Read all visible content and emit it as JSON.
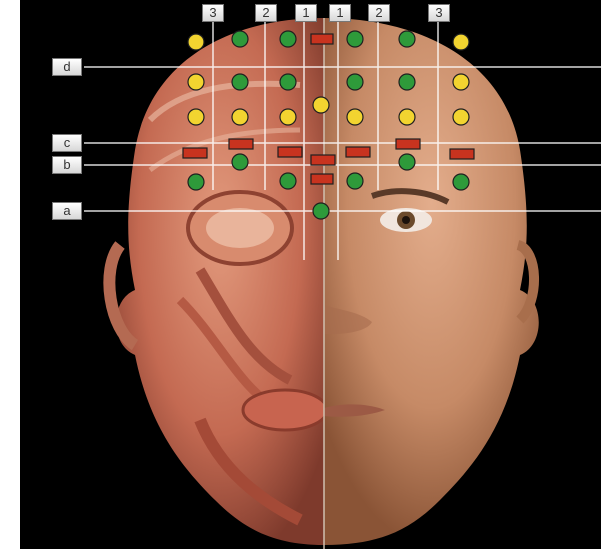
{
  "image": {
    "subject": "Facial injection point map over half-muscle anatomy / half-skin portrait",
    "background": "#000000",
    "colors": {
      "green_point": "#2e9a3a",
      "yellow_point": "#f2d430",
      "red_marker": "#c8331f",
      "grid_line": "#ffffff"
    }
  },
  "column_labels": [
    "3",
    "2",
    "1",
    "1",
    "2",
    "3"
  ],
  "row_labels": [
    "d",
    "c",
    "b",
    "a"
  ],
  "legend_icons": [
    "green-dot",
    "yellow-dot",
    "red-bar"
  ]
}
